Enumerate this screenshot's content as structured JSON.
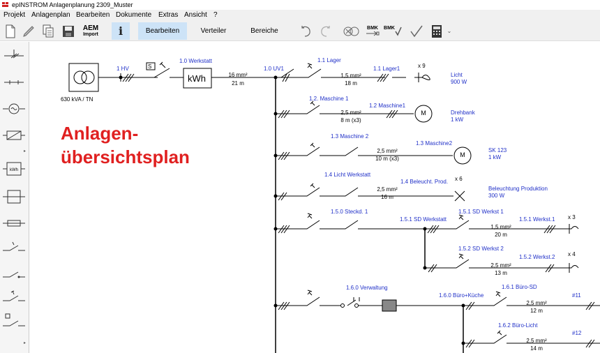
{
  "window": {
    "app_title": "epINSTROM Anlagenplanung",
    "doc_title": "2309_Muster"
  },
  "menu": [
    "Projekt",
    "Anlagenplan",
    "Bearbeiten",
    "Dokumente",
    "Extras",
    "Ansicht",
    "?"
  ],
  "toolbar": {
    "aem_line1": "AEM",
    "aem_line2": "Import",
    "info_label": "i",
    "tab_bearbeiten": "Bearbeiten",
    "tab_verteiler": "Verteiler",
    "tab_bereiche": "Bereiche",
    "bmk1": "BMK",
    "bmk2": "BMK"
  },
  "diagram": {
    "title_line1": "Anlagen-",
    "title_line2": "übersichtsplan",
    "transformer_label": "630 kVA / TN",
    "hv_label": "1 HV",
    "switch_s": "S",
    "werkstatt_label": "1.0 Werkstatt",
    "kwh": "kWh",
    "main_cable_cs": "16 mm²",
    "main_cable_len": "21 m",
    "uv1_label": "1.0 UV1",
    "lager_feeder": "1.1 Lager",
    "lager_cable_cs": "1,5 mm²",
    "lager_cable_len": "18 m",
    "lager_dev": "1.1 Lager1",
    "lager_count": "x 9",
    "licht_name": "Licht",
    "licht_power": "900 W",
    "m1_feeder": "1.2. Maschine 1",
    "m1_dev": "1.2 Maschine1",
    "m1_cable_cs": "2,5 mm²",
    "m1_cable_len": "8 m (x3)",
    "motor_symbol": "M",
    "m1_name": "Drehbank",
    "m1_power": "1 kW",
    "m2_feeder": "1.3 Maschine 2",
    "m2_dev": "1.3 Maschine2",
    "m2_cable_cs": "2,5 mm²",
    "m2_cable_len": "10 m (x3)",
    "m2_name": "SK 123",
    "m2_power": "1 kW",
    "lw_feeder": "1.4 Licht Werkstatt",
    "lw_dev": "1.4 Beleucht. Prod.",
    "lw_count": "x 6",
    "lw_cable_cs": "2,5 mm²",
    "lw_cable_len": "16 m",
    "lw_name": "Beleuchtung Produktion",
    "lw_power": "300 W",
    "sd_feeder": "1.5.0 Steckd. 1",
    "sd_dist": "1.5.1 SD Werkstatt",
    "sd1_feeder": "1.5.1 SD Werkst 1",
    "sd1_cable_cs": "1,5 mm²",
    "sd1_cable_len": "20 m",
    "sd1_dev": "1.5.1 Werkst.1",
    "sd1_count": "x 3",
    "sd2_feeder": "1.5.2 SD Werkst 2",
    "sd2_cable_cs": "2,5 mm²",
    "sd2_cable_len": "13 m",
    "sd2_dev": "1.5.2 Werkst.2",
    "sd2_count": "x 4",
    "vw_feeder": "1.6.0 Verwaltung",
    "vw_dist": "1.6.0 Büro+Küche",
    "b1_feeder": "1.6.1 Büro-SD",
    "b1_cable_cs": "2,5 mm²",
    "b1_cable_len": "12 m",
    "b1_dev": "#11",
    "b2_feeder": "1.6.2 Büro-Licht",
    "b2_cable_cs": "2,5 mm²",
    "b2_cable_len": "14 m",
    "b2_dev": "#12"
  },
  "icons": [
    "new-document-icon",
    "edit-icon",
    "copy-icon",
    "save-icon",
    "info-icon",
    "undo-icon",
    "redo-icon",
    "lamp-icon",
    "bmk-arrow-icon",
    "bmk-check-icon",
    "check-icon",
    "calculator-icon"
  ],
  "colors": {
    "accent_blue": "#2030c8",
    "title_red": "#e02020",
    "active_tab": "#cde3f7"
  }
}
